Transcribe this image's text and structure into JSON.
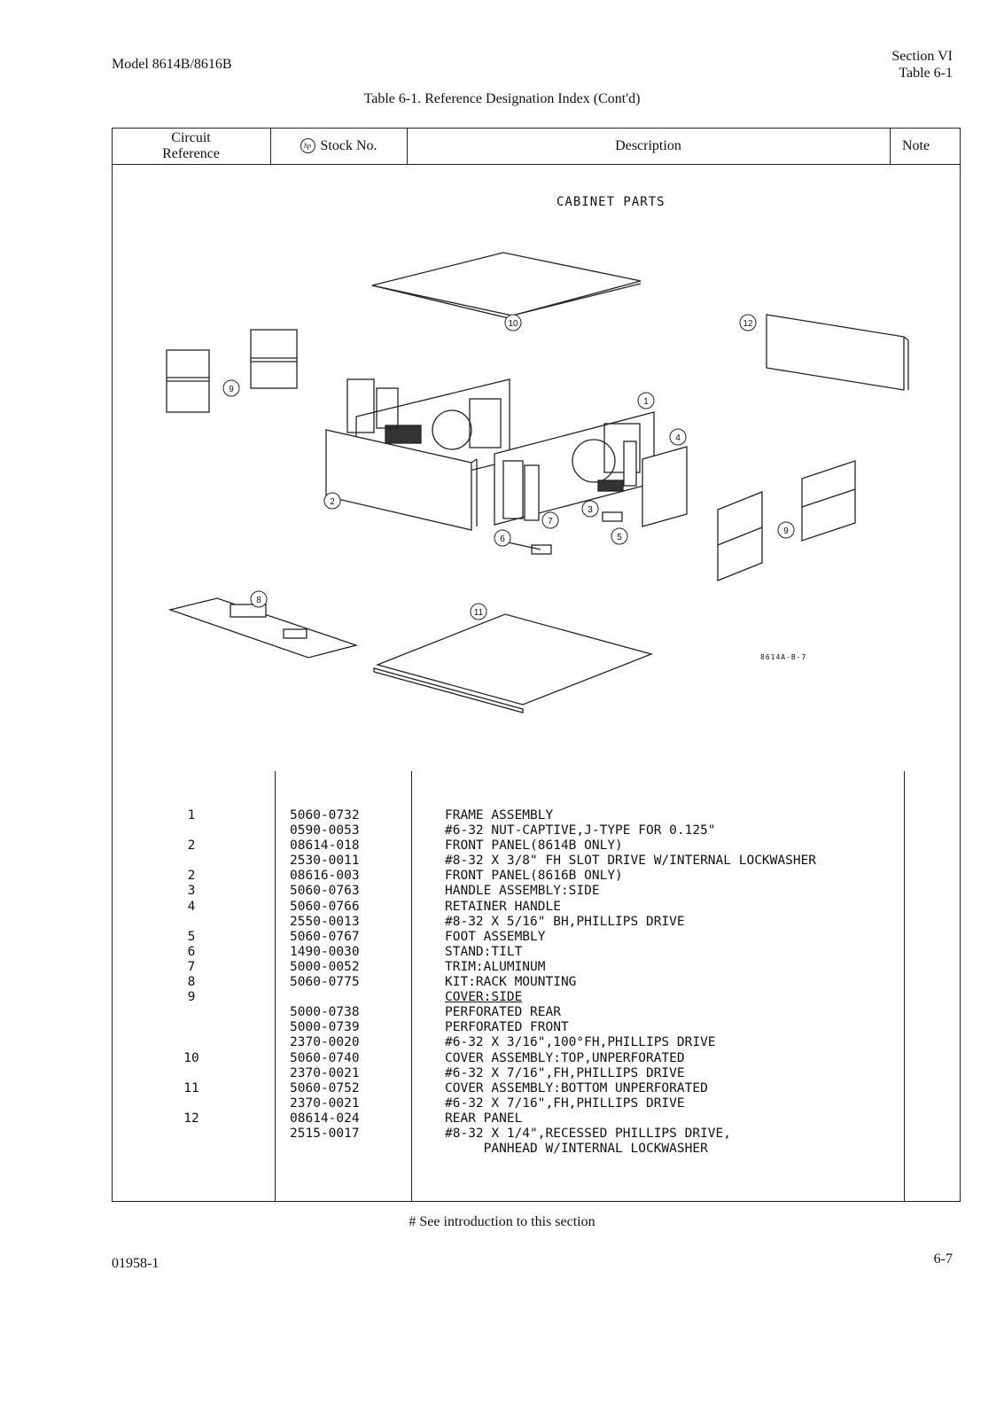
{
  "header": {
    "model": "Model 8614B/8616B",
    "section": "Section VI",
    "table_ref": "Table 6-1"
  },
  "table_title": "Table 6-1.  Reference Designation Index  (Cont'd)",
  "columns": {
    "circuit_line1": "Circuit",
    "circuit_line2": "Reference",
    "stock_symbol": "hp",
    "stock": "Stock No.",
    "description": "Description",
    "note": "Note"
  },
  "figure": {
    "heading": "CABINET PARTS",
    "code": "8614A-B-7",
    "callouts": [
      "1",
      "2",
      "3",
      "4",
      "5",
      "6",
      "7",
      "8",
      "9",
      "9",
      "10",
      "11",
      "12"
    ]
  },
  "rows": {
    "refs": [
      "1",
      "",
      "2",
      "",
      "2",
      "3",
      "4",
      "",
      "5",
      "6",
      "7",
      "8",
      "9",
      "",
      "",
      "",
      "10",
      "",
      "11",
      "",
      "12",
      "",
      ""
    ],
    "stocks": [
      "5060-0732",
      "0590-0053",
      "08614-018",
      "2530-0011",
      "08616-003",
      "5060-0763",
      "5060-0766",
      "2550-0013",
      "5060-0767",
      "1490-0030",
      "5000-0052",
      "5060-0775",
      "",
      "5000-0738",
      "5000-0739",
      "2370-0020",
      "5060-0740",
      "2370-0021",
      "5060-0752",
      "2370-0021",
      "08614-024",
      "2515-0017",
      ""
    ],
    "descriptions": [
      "FRAME ASSEMBLY",
      "#6-32 NUT-CAPTIVE,J-TYPE FOR 0.125\"",
      "FRONT PANEL(8614B ONLY)",
      "#8-32 X 3/8\" FH SLOT DRIVE W/INTERNAL LOCKWASHER",
      "FRONT PANEL(8616B ONLY)",
      "HANDLE ASSEMBLY:SIDE",
      "RETAINER HANDLE",
      "#8-32 X 5/16\" BH,PHILLIPS DRIVE",
      "FOOT ASSEMBLY",
      "STAND:TILT",
      "TRIM:ALUMINUM",
      "KIT:RACK MOUNTING",
      "COVER:SIDE",
      "PERFORATED REAR",
      "PERFORATED FRONT",
      "#6-32 X 3/16\",100°FH,PHILLIPS DRIVE",
      "COVER ASSEMBLY:TOP,UNPERFORATED",
      "#6-32 X 7/16\",FH,PHILLIPS DRIVE",
      "COVER ASSEMBLY:BOTTOM UNPERFORATED",
      "#6-32 X 7/16\",FH,PHILLIPS DRIVE",
      "REAR PANEL",
      "#8-32 X 1/4\",RECESSED PHILLIPS DRIVE,",
      "     PANHEAD W/INTERNAL LOCKWASHER"
    ]
  },
  "footnote": "# See introduction to this section",
  "footer": {
    "doc_id": "01958-1",
    "page": "6-7"
  }
}
